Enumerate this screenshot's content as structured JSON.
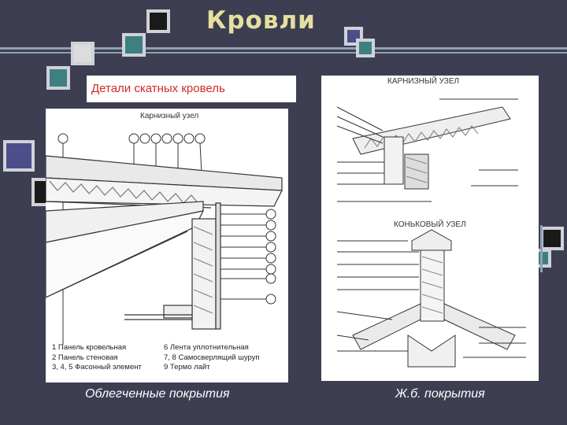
{
  "slide": {
    "title": "Кровли",
    "subtitle": "Детали скатных кровель",
    "captions": {
      "left": "Облегченные покрытия",
      "right": "Ж.б. покрытия"
    },
    "accent_colors": {
      "background": "#3d3e52",
      "title": "#e6e0a0",
      "subtitle": "#d12a2a",
      "line": "#8fa0b2",
      "square_teal": "#3e7f82",
      "square_purple": "#4d4d8c"
    }
  },
  "left_drawing": {
    "heading": "Карнизный узел",
    "legend": [
      "1  Панель кровельная",
      "2  Панель стеновая",
      "3, 4, 5   Фасонный элемент",
      "6  Лента уплотнительная",
      "7, 8   Самосверлящий шуруп",
      "9  Термо лайт"
    ]
  },
  "right_drawing": {
    "top_heading": "КАРНИЗНЫЙ УЗЕЛ",
    "bottom_heading": "КОНЬКОВЫЙ УЗЕЛ"
  }
}
